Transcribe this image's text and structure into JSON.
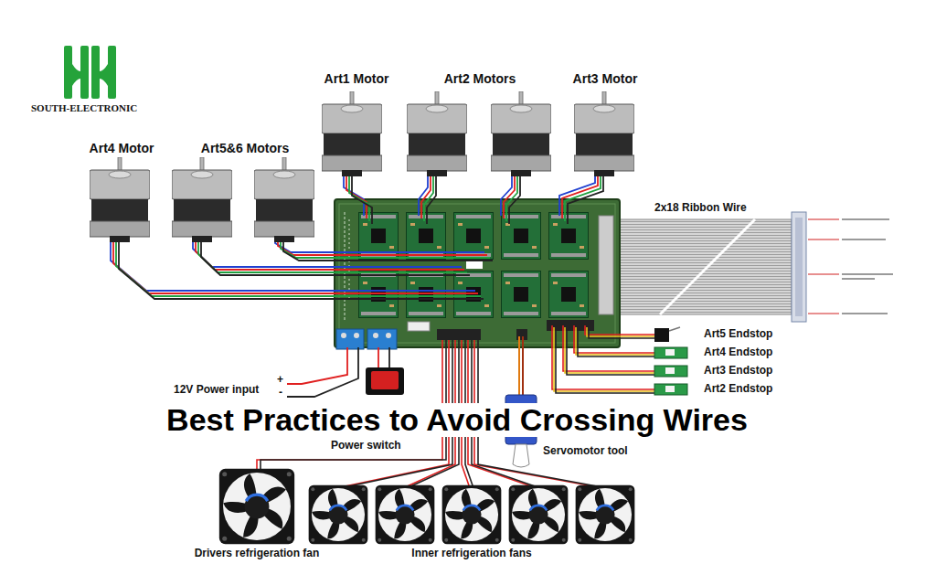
{
  "diagram": {
    "title": "Best Practices to Avoid Crossing Wires",
    "nodes": [
      {
        "text": [
          "Art1 Motor"
        ]
      },
      {
        "text": [
          "Art2 Motors"
        ]
      },
      {
        "text": [
          "Art3 Motor"
        ]
      },
      {
        "text": [
          "Art4 Motor"
        ]
      },
      {
        "text": [
          "Art5&6 Motors"
        ]
      },
      {
        "text": [
          "Art5 Endstop"
        ]
      },
      {
        "text": [
          "Art4 Endstop"
        ]
      },
      {
        "text": [
          "Art3 Endstop"
        ]
      },
      {
        "text": [
          "Art2 Endstop"
        ]
      },
      {
        "text": [
          "Power switch"
        ]
      },
      {
        "text": [
          "Servomotor tool"
        ]
      },
      {
        "text": [
          "Drivers refrigeration fan"
        ]
      },
      {
        "text": [
          "Inner refrigeration fans"
        ]
      }
    ],
    "labels": [
      "SOUTH-ELECTRONIC",
      "2x18 Ribbon Wire",
      "+",
      "-",
      "12V Power input"
    ]
  }
}
